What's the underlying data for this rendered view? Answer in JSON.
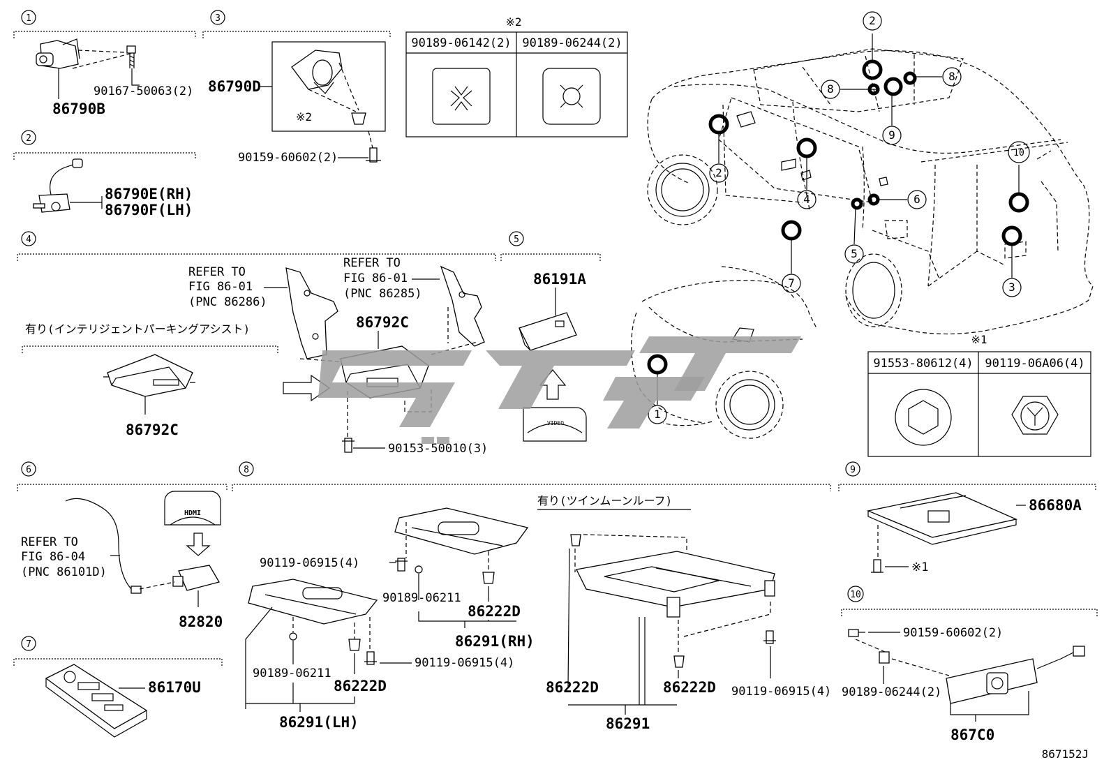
{
  "sections": {
    "s1": {
      "num": "1"
    },
    "s2": {
      "num": "2"
    },
    "s3": {
      "num": "3"
    },
    "s4": {
      "num": "4"
    },
    "s5": {
      "num": "5"
    },
    "s6": {
      "num": "6"
    },
    "s7": {
      "num": "7"
    },
    "s8": {
      "num": "8"
    },
    "s9": {
      "num": "9"
    },
    "s10": {
      "num": "10"
    }
  },
  "parts": {
    "p86790B": "86790B",
    "p90167": "90167-50063(2)",
    "p86790D": "86790D",
    "note2": "※2",
    "p90159a": "90159-60602(2)",
    "p86790E": "86790E(RH)",
    "p86790F": "86790F(LH)",
    "refer1_l1": "REFER TO",
    "refer1_l2": "FIG 86-01",
    "refer1_l3": "(PNC 86286)",
    "refer2_l1": "REFER TO",
    "refer2_l2": "FIG 86-01",
    "refer2_l3": "(PNC 86285)",
    "option_ipa": "有り(インテリジェントパーキングアシスト)",
    "p86792C_a": "86792C",
    "p86792C_b": "86792C",
    "p90153": "90153-50010(3)",
    "p86191A": "86191A",
    "video_label": "VIDEO",
    "refer3_l1": "REFER TO",
    "refer3_l2": "FIG 86-04",
    "refer3_l3": "(PNC 86101D)",
    "hdmi_label": "HDMI",
    "p82820": "82820",
    "p86170U": "86170U",
    "option_moon": "有り(ツインムーンルーフ)",
    "p90119a": "90119-06915(4)",
    "p90189a": "90189-06211",
    "p86222D_a": "86222D",
    "p86291RH": "86291(RH)",
    "p90189b": "90189-06211",
    "p86222D_b": "86222D",
    "p90119b": "90119-06915(4)",
    "p86291LH": "86291(LH)",
    "p86222D_c": "86222D",
    "p86222D_d": "86222D",
    "p90119c": "90119-06915(4)",
    "p86291": "86291",
    "p86680A": "86680A",
    "note1": "※1",
    "p90159b": "90159-60602(2)",
    "p90189c": "90189-06244(2)",
    "p867C0": "867C0",
    "fig_code": "867152J"
  },
  "table2": {
    "note": "※2",
    "col1": "90189-06142(2)",
    "col2": "90189-06244(2)"
  },
  "table1": {
    "note": "※1",
    "col1": "91553-80612(4)",
    "col2": "90119-06A06(4)"
  },
  "car_callouts": [
    "2",
    "8",
    "8",
    "9",
    "2",
    "4",
    "6",
    "10",
    "5",
    "3",
    "7",
    "1"
  ]
}
